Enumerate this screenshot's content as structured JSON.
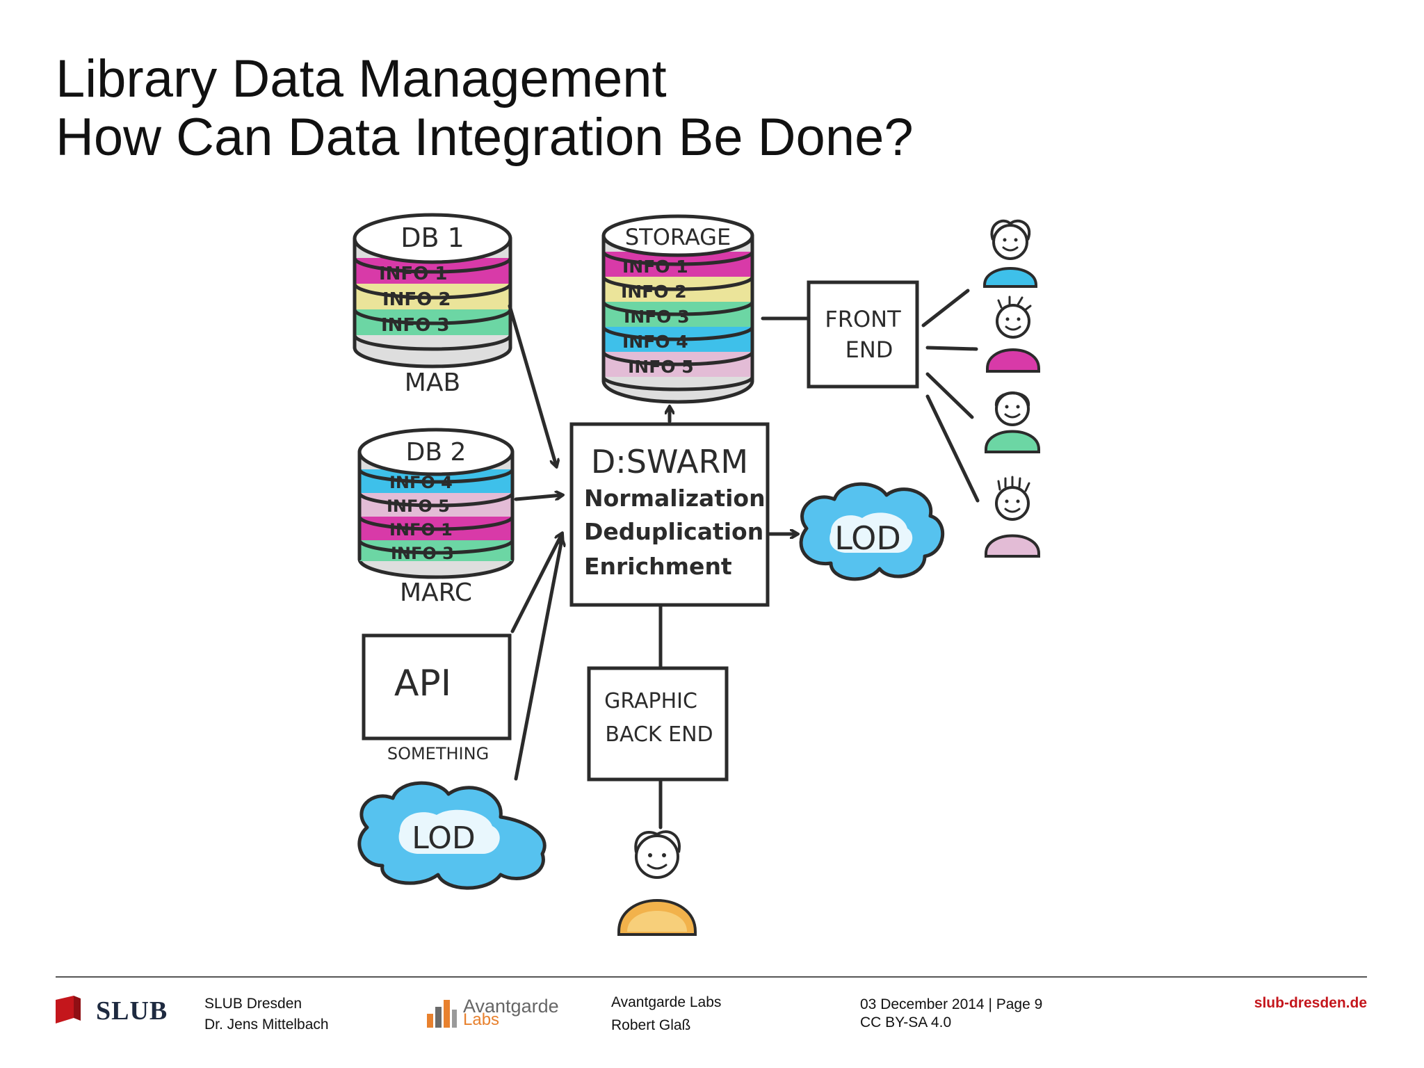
{
  "title": {
    "line1": "Library Data Management",
    "line2": "How Can Data Integration Be Done?"
  },
  "diagram": {
    "db1": {
      "label": "DB 1",
      "rows": [
        "INFO 1",
        "INFO 2",
        "INFO 3"
      ],
      "caption": "MAB"
    },
    "db2": {
      "label": "DB 2",
      "rows": [
        "INFO 4",
        "INFO 5",
        "INFO 1",
        "INFO 3"
      ],
      "caption": "MARC"
    },
    "storage": {
      "label": "STORAGE",
      "rows": [
        "INFO 1",
        "INFO 2",
        "INFO 3",
        "INFO 4",
        "INFO 5"
      ]
    },
    "api": {
      "label": "API",
      "caption": "SOMETHING"
    },
    "lod_in": "LOD",
    "lod_out": "LOD",
    "dswarm": {
      "title": "D:SWARM",
      "steps": [
        "Normalization",
        "Deduplication",
        "Enrichment"
      ]
    },
    "front_end": {
      "line1": "FRONT",
      "line2": "END"
    },
    "graphic_back_end": {
      "line1": "GRAPHIC",
      "line2": "BACK END"
    }
  },
  "colors": {
    "magenta": "#d83aa8",
    "yellow": "#ebe49a",
    "green": "#6cd6a4",
    "blue": "#3ec0ea",
    "pink": "#e3bcd6",
    "cloud": "#56c2ef",
    "footer_red": "#c4161c",
    "avantgarde_orange": "#e8812e"
  },
  "footer": {
    "org_name": "SLUB Dresden",
    "org_person": "Dr. Jens Mittelbach",
    "logo_text": "SLUB",
    "partner_logo_line1": "Avantgarde",
    "partner_logo_line2": "Labs",
    "partner_name": "Avantgarde Labs",
    "partner_person": "Robert Glaß",
    "date_page": "03 December 2014 | Page 9",
    "license": "CC BY-SA 4.0",
    "url": "slub-dresden.de"
  }
}
